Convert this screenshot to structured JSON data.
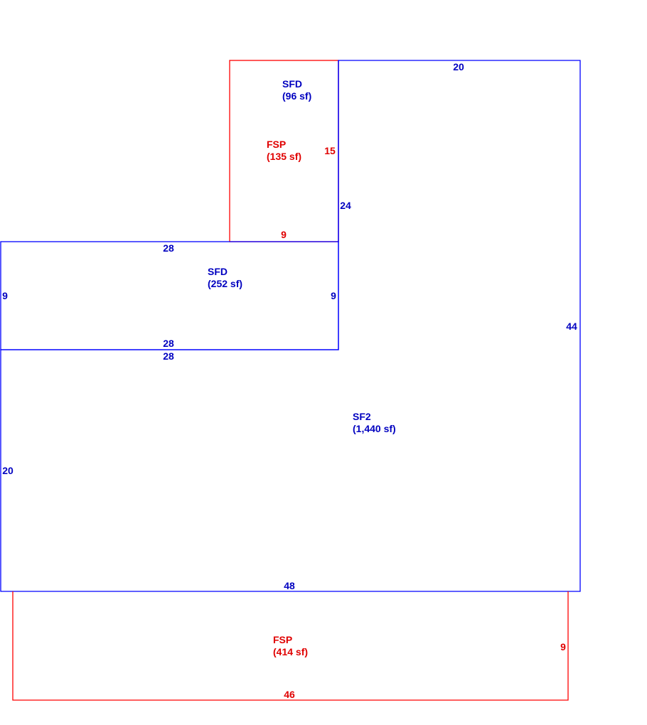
{
  "colors": {
    "living_area": "#0000ff",
    "porch": "#ff0000",
    "living_text": "#0000c0",
    "porch_text": "#e00000"
  },
  "areas": {
    "sfd_top": {
      "code": "SFD",
      "area": "(96 sf)"
    },
    "fsp_top": {
      "code": "FSP",
      "area": "(135 sf)"
    },
    "sfd_mid": {
      "code": "SFD",
      "area": "(252 sf)"
    },
    "sf2": {
      "code": "SF2",
      "area": "(1,440 sf)"
    },
    "fsp_bottom": {
      "code": "FSP",
      "area": "(414 sf)"
    }
  },
  "dimensions": {
    "sf2_top": "20",
    "fsp_top_right": "15",
    "sfd_top_right": "24",
    "fsp_top_bottom": "9",
    "sfd_mid_top": "28",
    "sfd_mid_left": "9",
    "sfd_mid_right": "9",
    "sfd_mid_bottom": "28",
    "sf2_upper_left_edge": "28",
    "sf2_right": "44",
    "sf2_left": "20",
    "sf2_bottom": "48",
    "fsp_bottom_right": "9",
    "fsp_bottom_bottom": "46"
  }
}
